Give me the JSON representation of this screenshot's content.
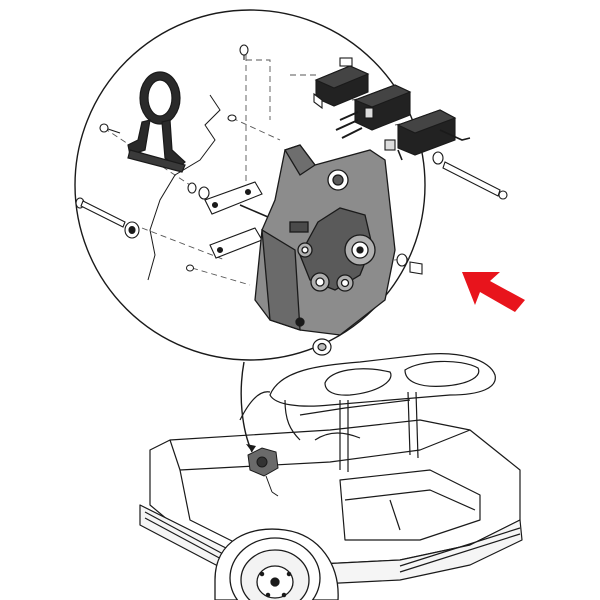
{
  "diagram": {
    "parts": [
      {
        "name": "forward-reverse-switch-assembly"
      },
      {
        "name": "micro-switch-top"
      },
      {
        "name": "micro-switch-middle"
      },
      {
        "name": "micro-switch-lower"
      },
      {
        "name": "shift-lever-handle"
      },
      {
        "name": "mounting-bolt-long-left"
      },
      {
        "name": "mounting-bolt-long-right"
      },
      {
        "name": "bus-bar-upper"
      },
      {
        "name": "bus-bar-lower"
      },
      {
        "name": "golf-cart-body"
      },
      {
        "name": "seat-frame"
      },
      {
        "name": "rear-wheel"
      }
    ],
    "colors": {
      "line": "#1a1a1a",
      "housing": "#8c8c8c",
      "housing_dark": "#5a5a5a",
      "switch_body": "#222222",
      "arrow": "#e8141c",
      "background": "#ffffff"
    },
    "callout": {
      "shape": "circle",
      "pointer": "leader-arrow-to-cart-location"
    },
    "indicator": {
      "icon": "red-arrow-icon",
      "direction": "up-left"
    }
  }
}
